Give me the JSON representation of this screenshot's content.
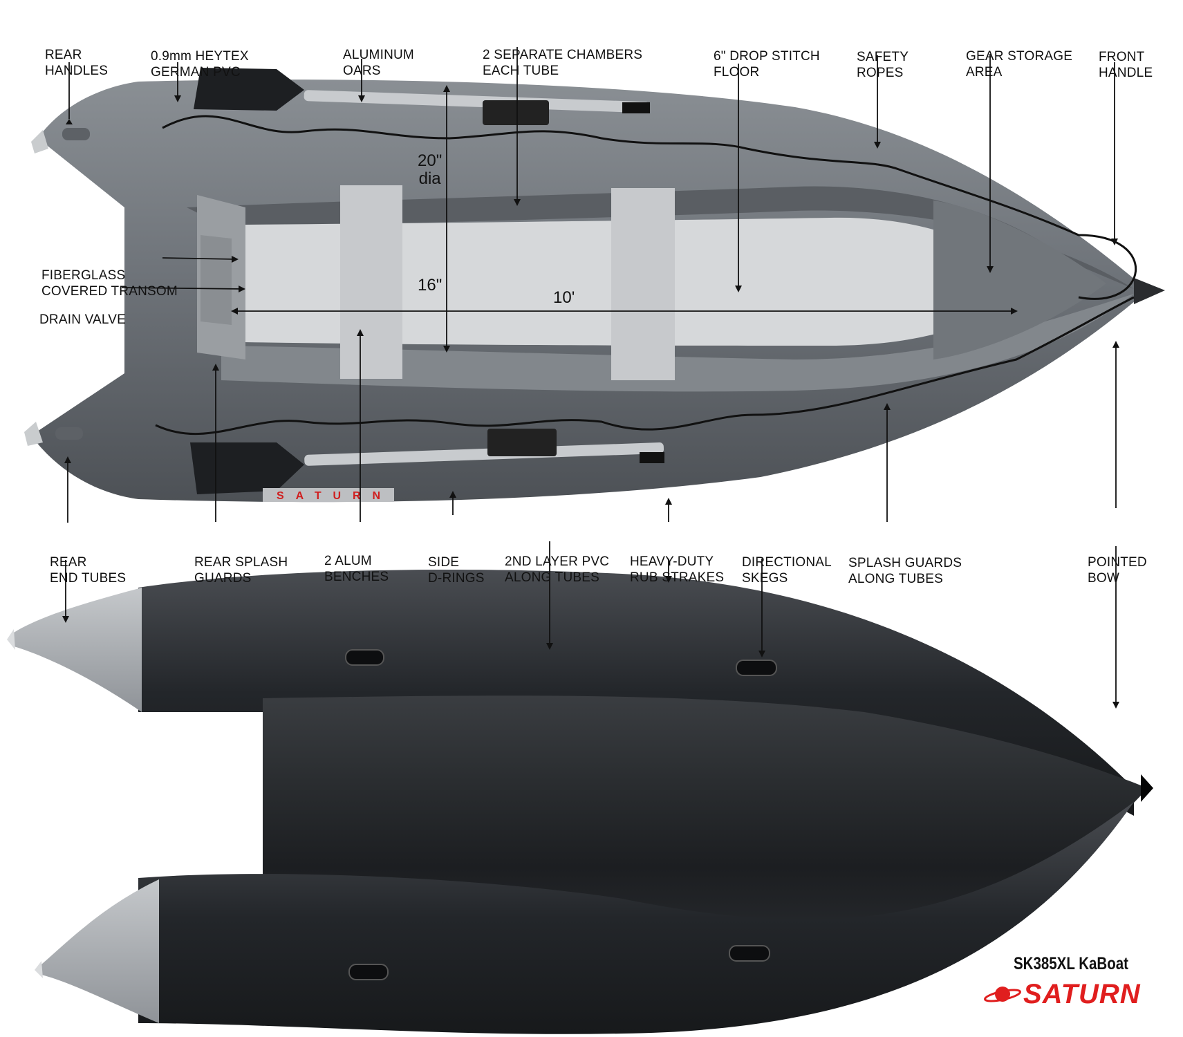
{
  "labels_top": {
    "rear_handles": [
      "REAR",
      "HANDLES"
    ],
    "heytex_pvc": [
      "0.9mm HEYTEX",
      "GERMAN PVC"
    ],
    "aluminum_oars": [
      "ALUMINUM",
      "OARS"
    ],
    "separate_chambers": [
      "2 SEPARATE CHAMBERS",
      "EACH TUBE"
    ],
    "drop_stitch_floor": [
      "6\" DROP STITCH",
      "FLOOR"
    ],
    "safety_ropes": [
      "SAFETY",
      "ROPES"
    ],
    "gear_storage": [
      "GEAR STORAGE",
      "AREA"
    ],
    "front_handle": [
      "FRONT",
      "HANDLE"
    ]
  },
  "labels_side": {
    "fiberglass_transom": [
      "FIBERGLASS",
      "COVERED TRANSOM"
    ],
    "drain_valve": [
      "DRAIN VALVE"
    ]
  },
  "labels_bottom": {
    "rear_end_tubes": [
      "REAR",
      "END TUBES"
    ],
    "rear_splash_guards": [
      "REAR SPLASH",
      "GUARDS"
    ],
    "alum_benches": [
      "2 ALUM",
      "BENCHES"
    ],
    "side_d_rings": [
      "SIDE",
      "D-RINGS"
    ],
    "second_layer_pvc": [
      "2ND LAYER PVC",
      "ALONG TUBES"
    ],
    "rub_strakes": [
      "HEAVY-DUTY",
      "RUB STRAKES"
    ],
    "directional_skegs": [
      "DIRECTIONAL",
      "SKEGS"
    ],
    "splash_guards_tubes": [
      "SPLASH GUARDS",
      "ALONG TUBES"
    ],
    "pointed_bow": [
      "POINTED",
      "BOW"
    ]
  },
  "dimensions": {
    "tube_diameter": [
      "20\"",
      "dia"
    ],
    "inner_width": "16\"",
    "length": "10'"
  },
  "boat_logo_text": "SATURN",
  "model_name": "SK385XL KaBoat",
  "brand_name": "SATURN",
  "colors": {
    "hull_gray": "#6b7076",
    "hull_dark": "#1e2124",
    "floor_light": "#d6d8da",
    "cone_light": "#aeb2b6",
    "brand_red": "#e01e1e"
  }
}
